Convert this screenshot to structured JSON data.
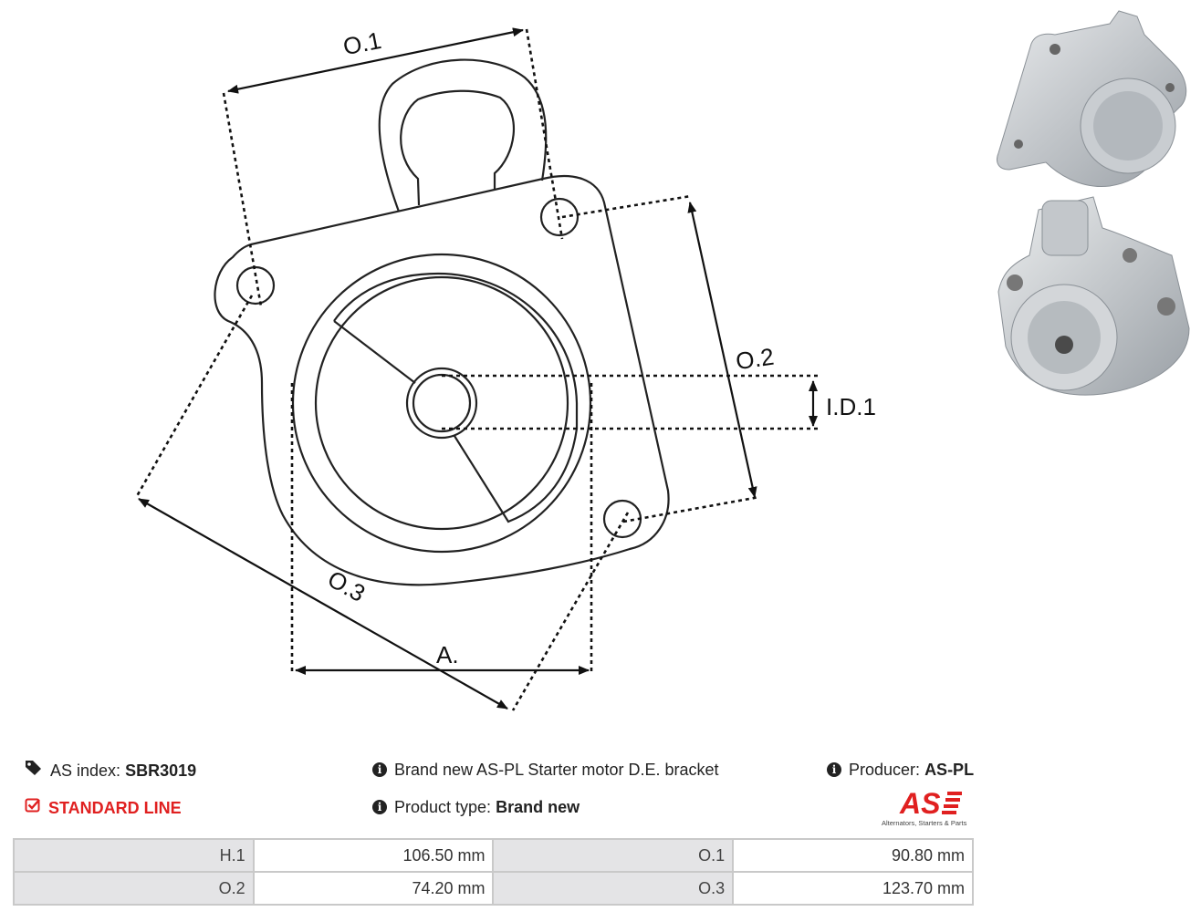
{
  "diagram": {
    "labels": {
      "o1": "O.1",
      "o2": "O.2",
      "o3": "O.3",
      "a": "A.",
      "id1": "I.D.1"
    }
  },
  "info": {
    "as_index_label": "AS index:",
    "as_index_value": "SBR3019",
    "line_label": "STANDARD LINE",
    "description": "Brand new AS-PL Starter motor D.E. bracket",
    "product_type_label": "Product type:",
    "product_type_value": "Brand new",
    "producer_label": "Producer:",
    "producer_value": "AS-PL"
  },
  "logo": {
    "mark": "AS",
    "tagline": "Alternators, Starters & Parts"
  },
  "specs": [
    [
      {
        "label": "H.1",
        "value": "106.50 mm"
      },
      {
        "label": "O.1",
        "value": "90.80 mm"
      }
    ],
    [
      {
        "label": "O.2",
        "value": "74.20 mm"
      },
      {
        "label": "O.3",
        "value": "123.70 mm"
      }
    ]
  ],
  "colors": {
    "accent_red": "#e02020",
    "label_cell_bg": "#e4e4e6",
    "table_border": "#c9c9c9"
  }
}
